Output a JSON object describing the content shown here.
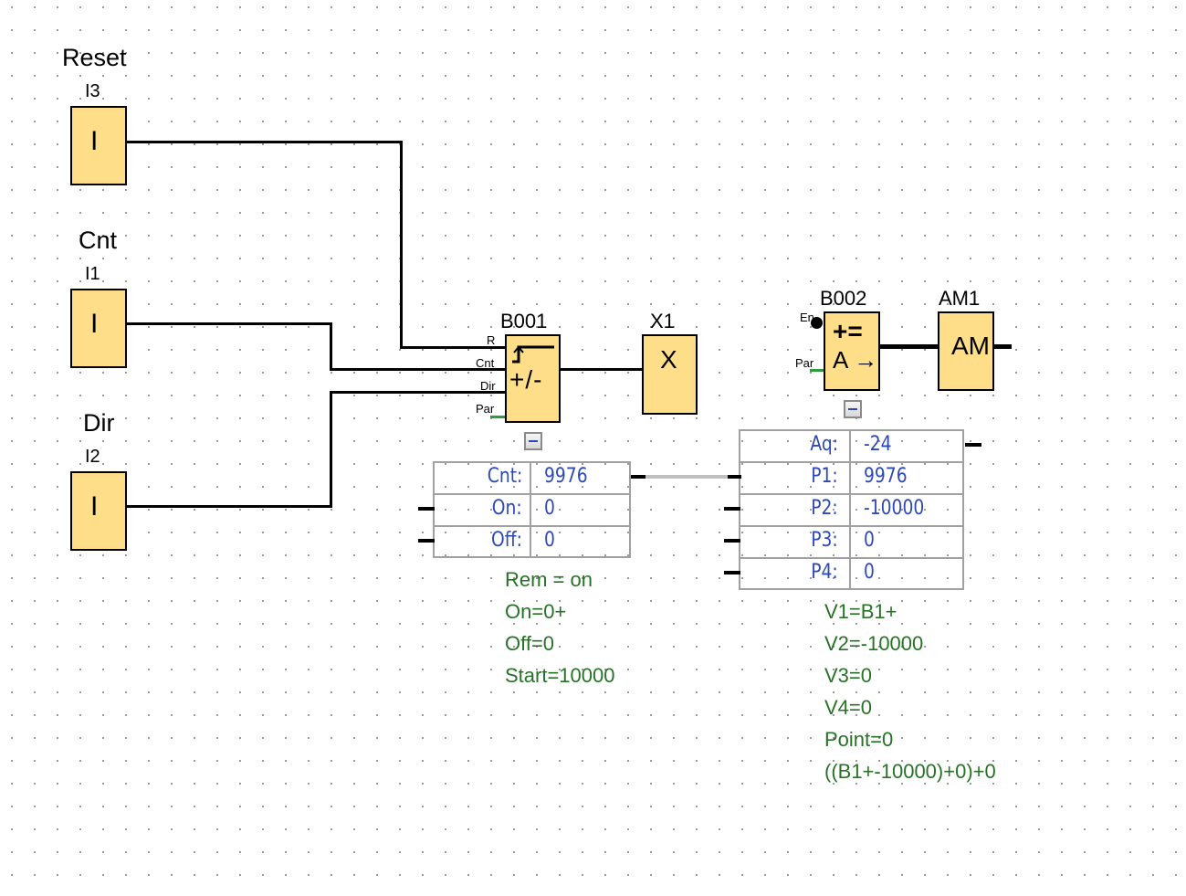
{
  "inputs": [
    {
      "title": "Reset",
      "id": "I3",
      "symbol": "I"
    },
    {
      "title": "Cnt",
      "id": "I1",
      "symbol": "I"
    },
    {
      "title": "Dir",
      "id": "I2",
      "symbol": "I"
    }
  ],
  "b001": {
    "id": "B001",
    "pins": [
      "R",
      "Cnt",
      "Dir",
      "Par"
    ],
    "symbol_top": "↱",
    "symbol_bottom": "+/-",
    "params": [
      {
        "key": "Cnt:",
        "value": "9976"
      },
      {
        "key": "On:",
        "value": "0"
      },
      {
        "key": "Off:",
        "value": "0"
      }
    ],
    "notes": [
      "Rem = on",
      "On=0+",
      "Off=0",
      "Start=10000"
    ]
  },
  "x1": {
    "id": "X1",
    "symbol": "X"
  },
  "b002": {
    "id": "B002",
    "pins": [
      "En",
      "Par"
    ],
    "symbol_top": "+=",
    "symbol_bottom": "A →",
    "params": [
      {
        "key": "Aq:",
        "value": "-24"
      },
      {
        "key": "P1:",
        "value": "9976"
      },
      {
        "key": "P2:",
        "value": "-10000"
      },
      {
        "key": "P3:",
        "value": "0"
      },
      {
        "key": "P4:",
        "value": "0"
      }
    ],
    "notes": [
      "V1=B1+",
      "V2=-10000",
      "V3=0",
      "V4=0",
      "Point=0",
      "((B1+-10000)+0)+0"
    ]
  },
  "am1": {
    "id": "AM1",
    "symbol": "AM"
  },
  "colors": {
    "block_fill": "#ffde8a",
    "param_text": "#2d49b7",
    "note_text": "#267326",
    "par_wire": "#2e9b3c"
  }
}
